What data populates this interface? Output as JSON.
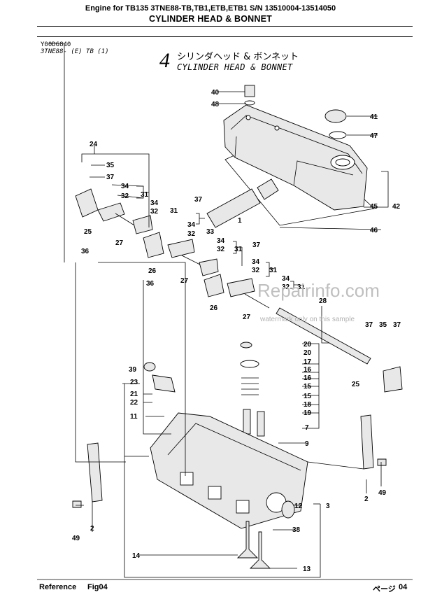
{
  "header": {
    "title": "Engine for TB135  3TNE88-TB,TB1,ETB,ETB1  S/N 13510004-13514050",
    "subtitle": "CYLINDER HEAD & BONNET"
  },
  "codes": {
    "line1": "Y00D6840",
    "line2": "3TNE88- (E) TB (1)"
  },
  "section": {
    "number": "4",
    "jp": "シリンダヘッド  &  ボンネット",
    "en": "CYLINDER HEAD & BONNET"
  },
  "watermark": {
    "main": "Repairinfo.com",
    "sub": "watermark only on this sample"
  },
  "callouts": [
    "40",
    "48",
    "41",
    "47",
    "24",
    "35",
    "37",
    "34",
    "32",
    "31",
    "45",
    "42",
    "1",
    "46",
    "25",
    "33",
    "27",
    "36",
    "26",
    "28",
    "20",
    "17",
    "16",
    "15",
    "18",
    "19",
    "7",
    "39",
    "23",
    "21",
    "22",
    "11",
    "9",
    "2",
    "49",
    "12",
    "3",
    "38",
    "14",
    "13"
  ],
  "footer": {
    "reference": "Reference",
    "fig": "Fig04",
    "page_label": "ページ",
    "page": "04"
  }
}
